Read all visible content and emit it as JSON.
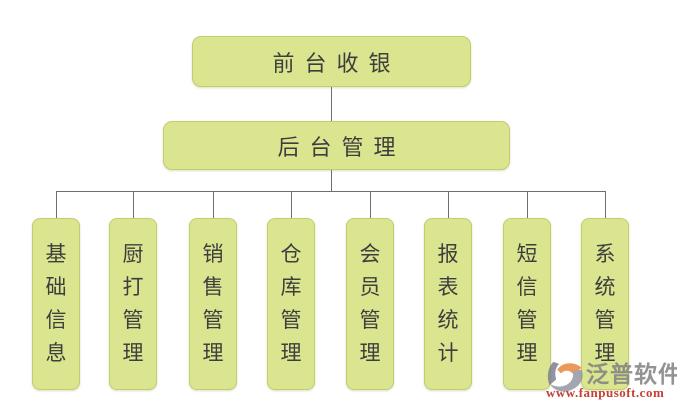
{
  "diagram": {
    "title_node": {
      "label": "前台收银"
    },
    "backend_node": {
      "label": "后台管理"
    },
    "children": [
      {
        "label": "基础信息"
      },
      {
        "label": "厨打管理"
      },
      {
        "label": "销售管理"
      },
      {
        "label": "仓库管理"
      },
      {
        "label": "会员管理"
      },
      {
        "label": "报表统计"
      },
      {
        "label": "短信管理"
      },
      {
        "label": "系统管理"
      }
    ]
  },
  "watermark": {
    "brand": "泛普软件",
    "url": "www.fanpusoft.com",
    "logo_icon": "fanpusoft-logo"
  },
  "colors": {
    "node_fill": "#dbe58f",
    "node_border": "#c2cd6e",
    "node_text": "#3e3e3e",
    "connector": "#6e6e6e",
    "background": "#ffffff",
    "watermark_brand": "#808082",
    "watermark_url": "#c54034",
    "logo_orange": "#e8883b",
    "logo_gray": "#9396a4"
  }
}
